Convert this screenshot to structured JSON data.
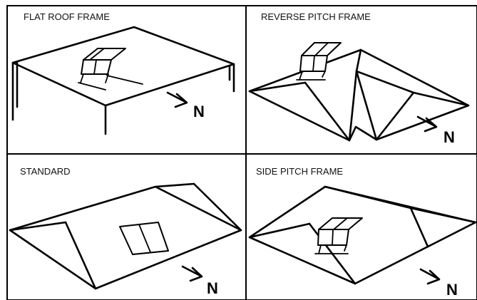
{
  "panels": [
    {
      "title": "FLAT ROOF FRAME",
      "north_label": "N"
    },
    {
      "title": "REVERSE PITCH FRAME",
      "north_label": "N"
    },
    {
      "title": "STANDARD",
      "north_label": "N"
    },
    {
      "title": "SIDE PITCH FRAME",
      "north_label": "N"
    }
  ]
}
